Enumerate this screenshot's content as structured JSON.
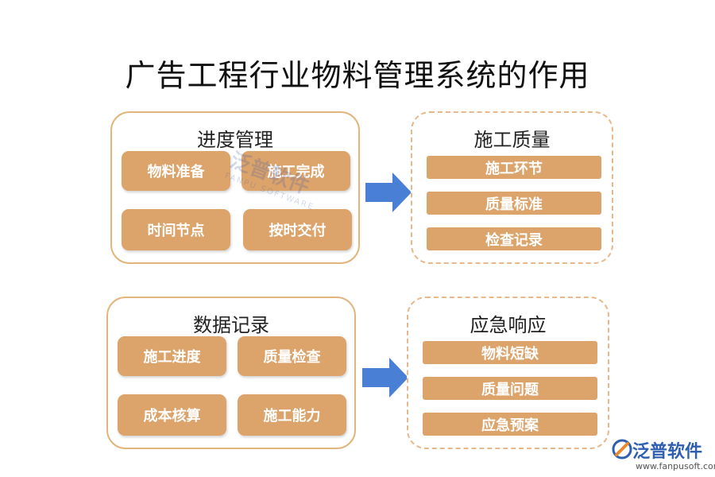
{
  "title": "广告工程行业物料管理系统的作用",
  "rows": [
    {
      "left": {
        "title": "进度管理",
        "items": [
          "物料准备",
          "施工完成",
          "时间节点",
          "按时交付"
        ]
      },
      "right": {
        "title": "施工质量",
        "items": [
          "施工环节",
          "质量标准",
          "检查记录"
        ]
      }
    },
    {
      "left": {
        "title": "数据记录",
        "items": [
          "施工进度",
          "质量检查",
          "成本核算",
          "施工能力"
        ]
      },
      "right": {
        "title": "应急响应",
        "items": [
          "物料短缺",
          "质量问题",
          "应急预案"
        ]
      }
    }
  ],
  "watermark": {
    "name": "泛普软件",
    "sub": "FANPU SOFTWARE"
  },
  "logo": {
    "name": "泛普软件",
    "url": "www.fanpusoft.com"
  },
  "colors": {
    "box_fill": "#dca36b",
    "panel_border": "#e3b57c",
    "arrow": "#4a7fd6",
    "text_on_box": "#ffffff"
  }
}
